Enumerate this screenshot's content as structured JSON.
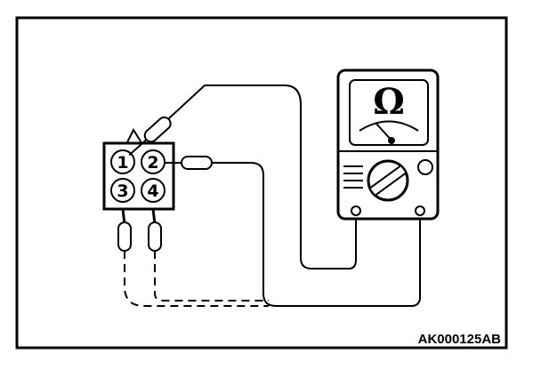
{
  "connector": {
    "pins": [
      {
        "number": "1"
      },
      {
        "number": "2"
      },
      {
        "number": "3"
      },
      {
        "number": "4"
      }
    ]
  },
  "meter": {
    "unit_symbol": "Ω"
  },
  "figure": {
    "code": "AK000125AB"
  }
}
